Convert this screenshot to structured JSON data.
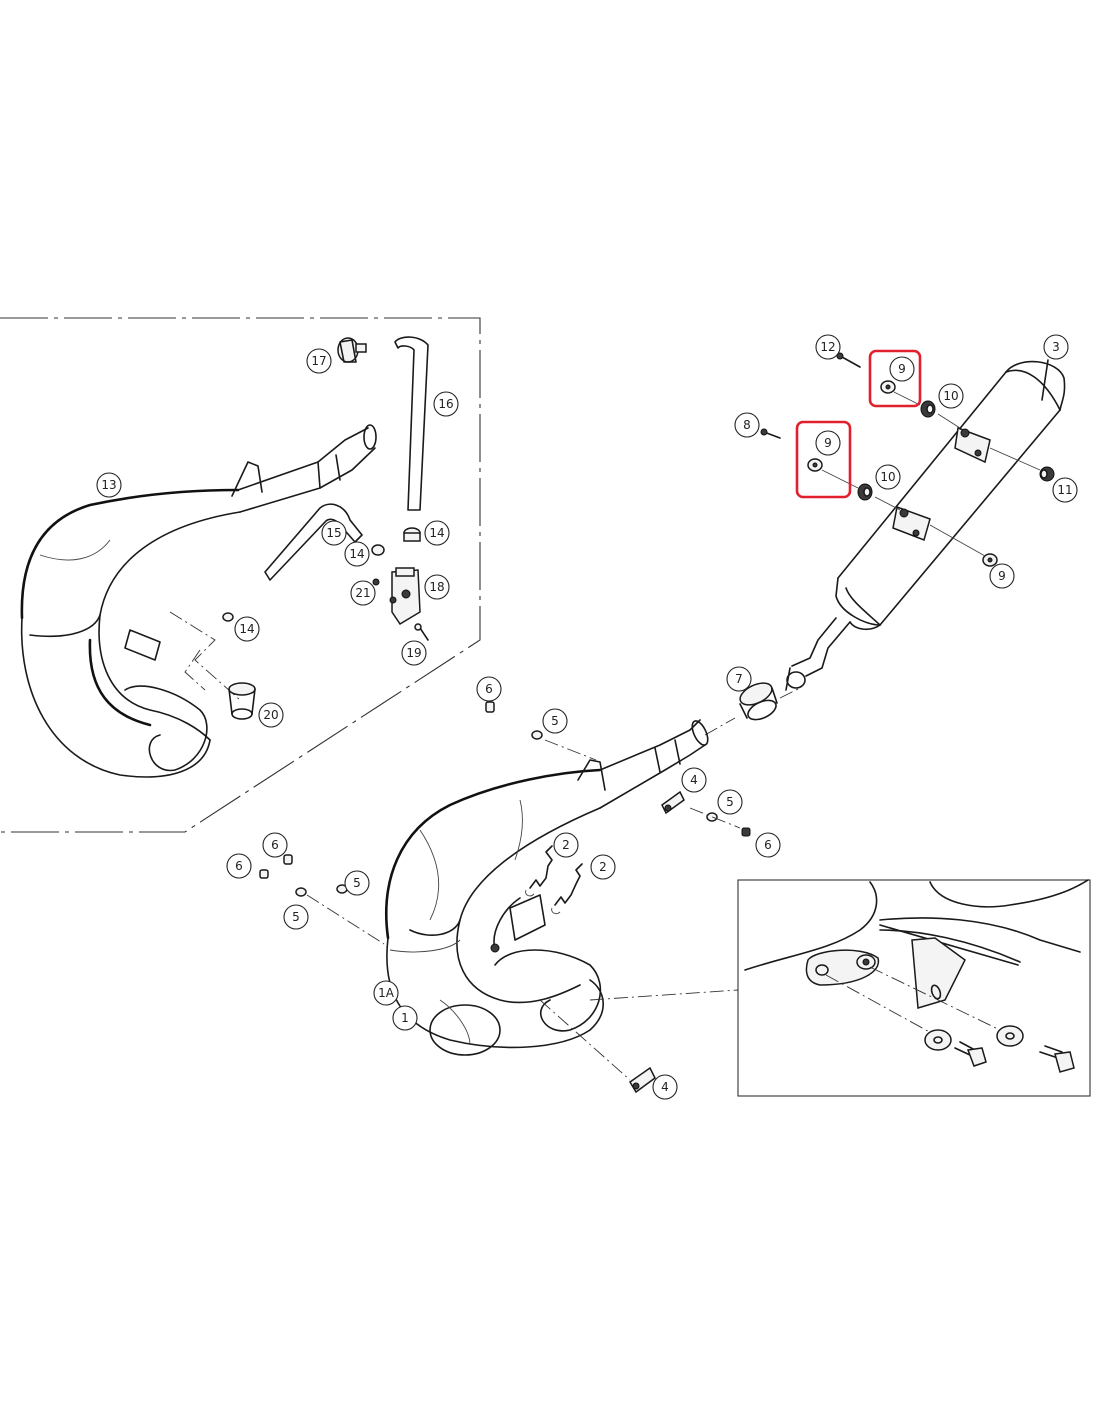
{
  "callouts": [
    {
      "id": "c17",
      "label": "17"
    },
    {
      "id": "c16",
      "label": "16"
    },
    {
      "id": "c13",
      "label": "13"
    },
    {
      "id": "c15",
      "label": "15"
    },
    {
      "id": "c14a",
      "label": "14"
    },
    {
      "id": "c14b",
      "label": "14"
    },
    {
      "id": "c14c",
      "label": "14"
    },
    {
      "id": "c18",
      "label": "18"
    },
    {
      "id": "c21",
      "label": "21"
    },
    {
      "id": "c19",
      "label": "19"
    },
    {
      "id": "c20",
      "label": "20"
    },
    {
      "id": "c12",
      "label": "12"
    },
    {
      "id": "c3",
      "label": "3"
    },
    {
      "id": "c9a",
      "label": "9"
    },
    {
      "id": "c10a",
      "label": "10"
    },
    {
      "id": "c8",
      "label": "8"
    },
    {
      "id": "c9b",
      "label": "9"
    },
    {
      "id": "c10b",
      "label": "10"
    },
    {
      "id": "c11",
      "label": "11"
    },
    {
      "id": "c9c",
      "label": "9"
    },
    {
      "id": "c7",
      "label": "7"
    },
    {
      "id": "c6a",
      "label": "6"
    },
    {
      "id": "c5a",
      "label": "5"
    },
    {
      "id": "c4a",
      "label": "4"
    },
    {
      "id": "c5b",
      "label": "5"
    },
    {
      "id": "c6b",
      "label": "6"
    },
    {
      "id": "c6c",
      "label": "6"
    },
    {
      "id": "c6d",
      "label": "6"
    },
    {
      "id": "c5c",
      "label": "5"
    },
    {
      "id": "c5d",
      "label": "5"
    },
    {
      "id": "c2a",
      "label": "2"
    },
    {
      "id": "c2b",
      "label": "2"
    },
    {
      "id": "c1A",
      "label": "1A"
    },
    {
      "id": "c1",
      "label": "1"
    },
    {
      "id": "c4b",
      "label": "4"
    }
  ],
  "highlight_color": "#e0202c"
}
